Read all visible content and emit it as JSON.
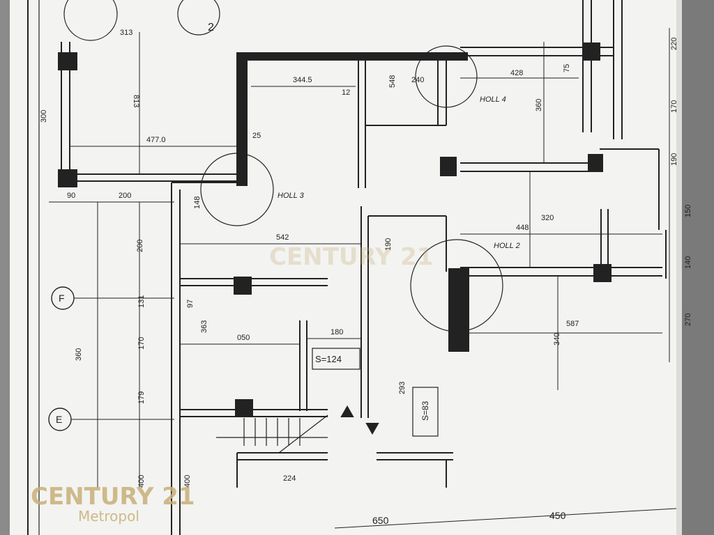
{
  "watermark": {
    "brand": "CENTURY 21",
    "brand_center": "CENTURY 21",
    "office": "Metropol",
    "color": "#c8b078"
  },
  "colors": {
    "paper": "#f3f3f1",
    "ink": "#222222",
    "background": "#6e6e6e"
  },
  "rooms": {
    "hall_4": "HOLL 4",
    "hall_3": "HOLL 3",
    "hall_2": "HOLL 2",
    "area_large": "S=124",
    "area_small": "S=83"
  },
  "axes": [
    "F",
    "E"
  ],
  "dimensions": {
    "d313": "313",
    "d813": "813",
    "d3445": "344.5",
    "d4770": "477.0",
    "d428": "428",
    "d360a": "360",
    "d240": "240",
    "d548": "548",
    "d448": "448",
    "d320": "320",
    "d190a": "190",
    "d542": "542",
    "d180a": "180",
    "d050": "050",
    "d587": "587",
    "d340": "340",
    "d224": "224",
    "d450": "450",
    "d650": "650",
    "d300": "300",
    "d200a": "200",
    "d200b": "200",
    "d131": "131",
    "d170": "170",
    "d179": "179",
    "d360b": "360",
    "d220": "220",
    "d170b": "170",
    "d190b": "190",
    "d150": "150",
    "d140": "140",
    "d270": "270",
    "d90": "90",
    "d12": "12",
    "d25": "25",
    "d75": "75",
    "d293": "293",
    "d400a": "400",
    "d400b": "400",
    "d363": "363",
    "d2": "2",
    "d97": "97",
    "d148": "148"
  }
}
